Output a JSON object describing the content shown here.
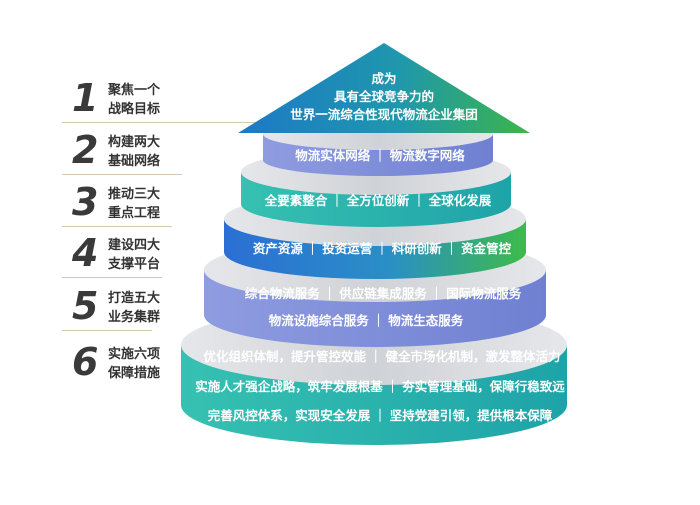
{
  "goals": [
    {
      "num": "1",
      "line1": "聚焦一个",
      "line2": "战略目标"
    },
    {
      "num": "2",
      "line1": "构建两大",
      "line2": "基础网络"
    },
    {
      "num": "3",
      "line1": "推动三大",
      "line2": "重点工程"
    },
    {
      "num": "4",
      "line1": "建设四大",
      "line2": "支撑平台"
    },
    {
      "num": "5",
      "line1": "打造五大",
      "line2": "业务集群"
    },
    {
      "num": "6",
      "line1": "实施六项",
      "line2": "保障措施"
    }
  ],
  "apex": {
    "line1": "成为",
    "line2": "具有全球竞争力的",
    "line3": "世界一流综合性现代物流企业集团"
  },
  "tier2": "物流实体网络 ｜ 物流数字网络",
  "tier3": "全要素整合 ｜ 全方位创新 ｜ 全球化发展",
  "tier4": "资产资源 ｜ 投资运营 ｜ 科研创新 ｜ 资金管控",
  "tier5": {
    "line1": "综合物流服务 ｜ 供应链集成服务 ｜ 国际物流服务",
    "line2": "物流设施综合服务 ｜ 物流生态服务"
  },
  "tier6": {
    "line1": "优化组织体制，提升管控效能 ｜ 健全市场化机制，激发整体活力",
    "line2": "实施人才强企战略，筑牢发展根基 ｜ 夯实管理基础，保障行稳致远",
    "line3": "完善风控体系，实现安全发展 ｜ 坚持党建引领，提供根本保障"
  },
  "colors": {
    "apex": "#1f8fb8",
    "purple": "#7f8fd6",
    "teal": "#2bb0ae",
    "blue": "#2c7fd3",
    "green": "#3cb54a",
    "teal_dark": "#1fa3a6",
    "side": "#d4d6da"
  }
}
